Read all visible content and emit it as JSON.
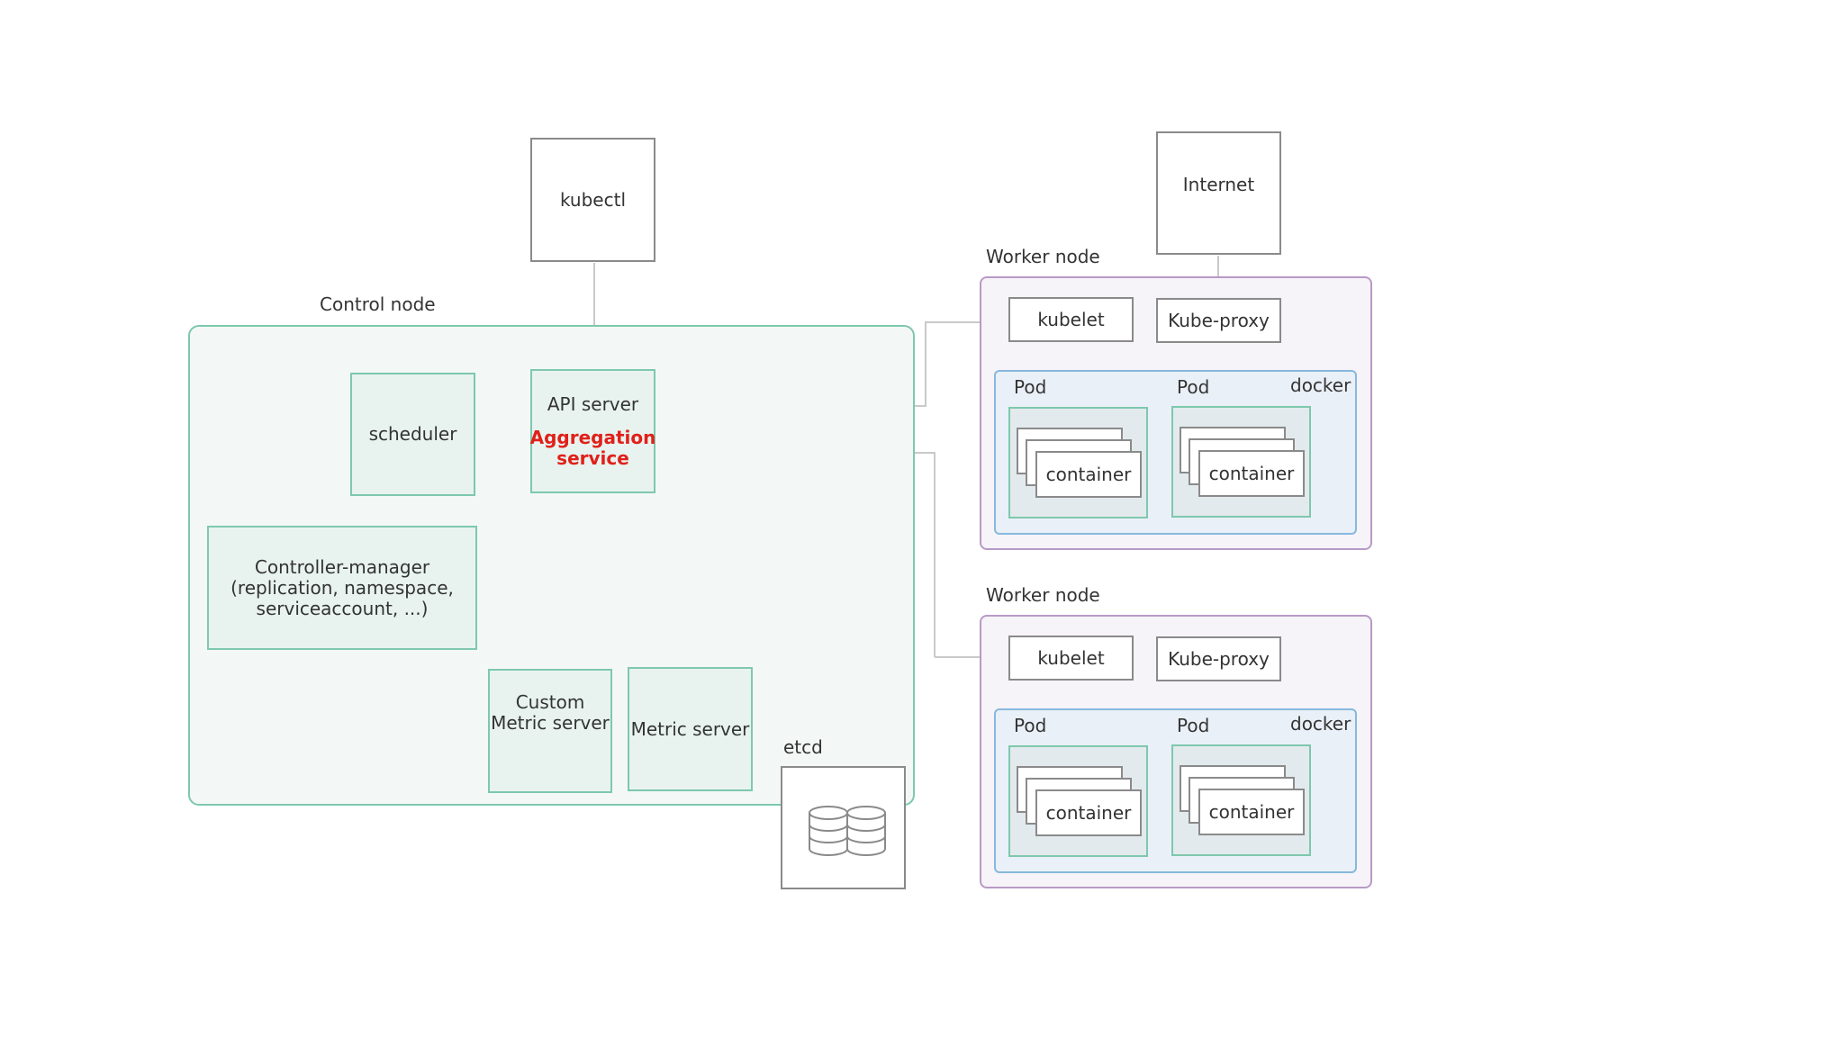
{
  "kubectl": "kubectl",
  "internet": "Internet",
  "control_node": {
    "label": "Control node",
    "scheduler": "scheduler",
    "api_server": "API server",
    "aggregation_line1": "Aggregation",
    "aggregation_line2": "service",
    "controller_line1": "Controller-manager",
    "controller_line2": "(replication, namespace,",
    "controller_line3": "serviceaccount, ...)",
    "custom_metric_line1": "Custom",
    "custom_metric_line2": "Metric server",
    "metric_server": "Metric server"
  },
  "etcd": {
    "label": "etcd",
    "icon": "database-icon"
  },
  "workers": [
    {
      "label": "Worker node",
      "kubelet": "kubelet",
      "kube_proxy": "Kube-proxy",
      "docker": "docker",
      "pods": [
        {
          "label": "Pod",
          "container": "container"
        },
        {
          "label": "Pod",
          "container": "container"
        }
      ]
    },
    {
      "label": "Worker node",
      "kubelet": "kubelet",
      "kube_proxy": "Kube-proxy",
      "docker": "docker",
      "pods": [
        {
          "label": "Pod",
          "container": "container"
        },
        {
          "label": "Pod",
          "container": "container"
        }
      ]
    }
  ],
  "colors": {
    "control_border": "#7ec8ad",
    "worker_border": "#b89ac6",
    "docker_border": "#86b9dc",
    "arrow": "#c9c9c9",
    "highlight_text": "#e0201a"
  }
}
